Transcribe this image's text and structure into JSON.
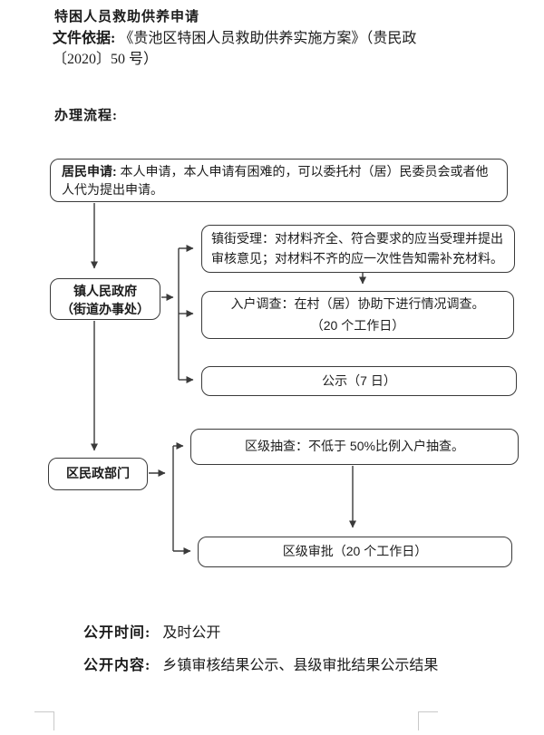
{
  "header": {
    "title": "特困人员救助供养申请",
    "basis_label": "文件依据:",
    "basis_value": "《贵池区特困人员救助供养实施方案》（贵民政〔2020〕50 号）",
    "process_label": "办理流程:"
  },
  "flowchart": {
    "resident_application": {
      "label": "居民申请:",
      "body": " 本人申请，本人申请有困难的，可以委托村（居）民委员会或者他人代为提出申请。"
    },
    "town_government": {
      "line1": "镇人民政府",
      "line2": "（街道办事处）"
    },
    "town_acceptance": "镇街受理：对材料齐全、符合要求的应当受理并提出审核意见；对材料不齐的应一次性告知需补充材料。",
    "household_survey": {
      "line1": "入户调查：在村（居）协助下进行情况调查。",
      "line2": "（20 个工作日）"
    },
    "public_notice": "公示（7 日）",
    "district_civil_affairs": "区民政部门",
    "district_spot_check": "区级抽查：不低于 50%比例入户抽查。",
    "district_approval": "区级审批（20 个工作日）"
  },
  "footer": {
    "time_label": "公开时间:",
    "time_value": "及时公开",
    "content_label": "公开内容:",
    "content_value": "乡镇审核结果公示、县级审批结果公示结果"
  },
  "colors": {
    "line": "#3a3a3a",
    "text": "#1c1c1c",
    "crop_mark": "#c9c9c9"
  }
}
